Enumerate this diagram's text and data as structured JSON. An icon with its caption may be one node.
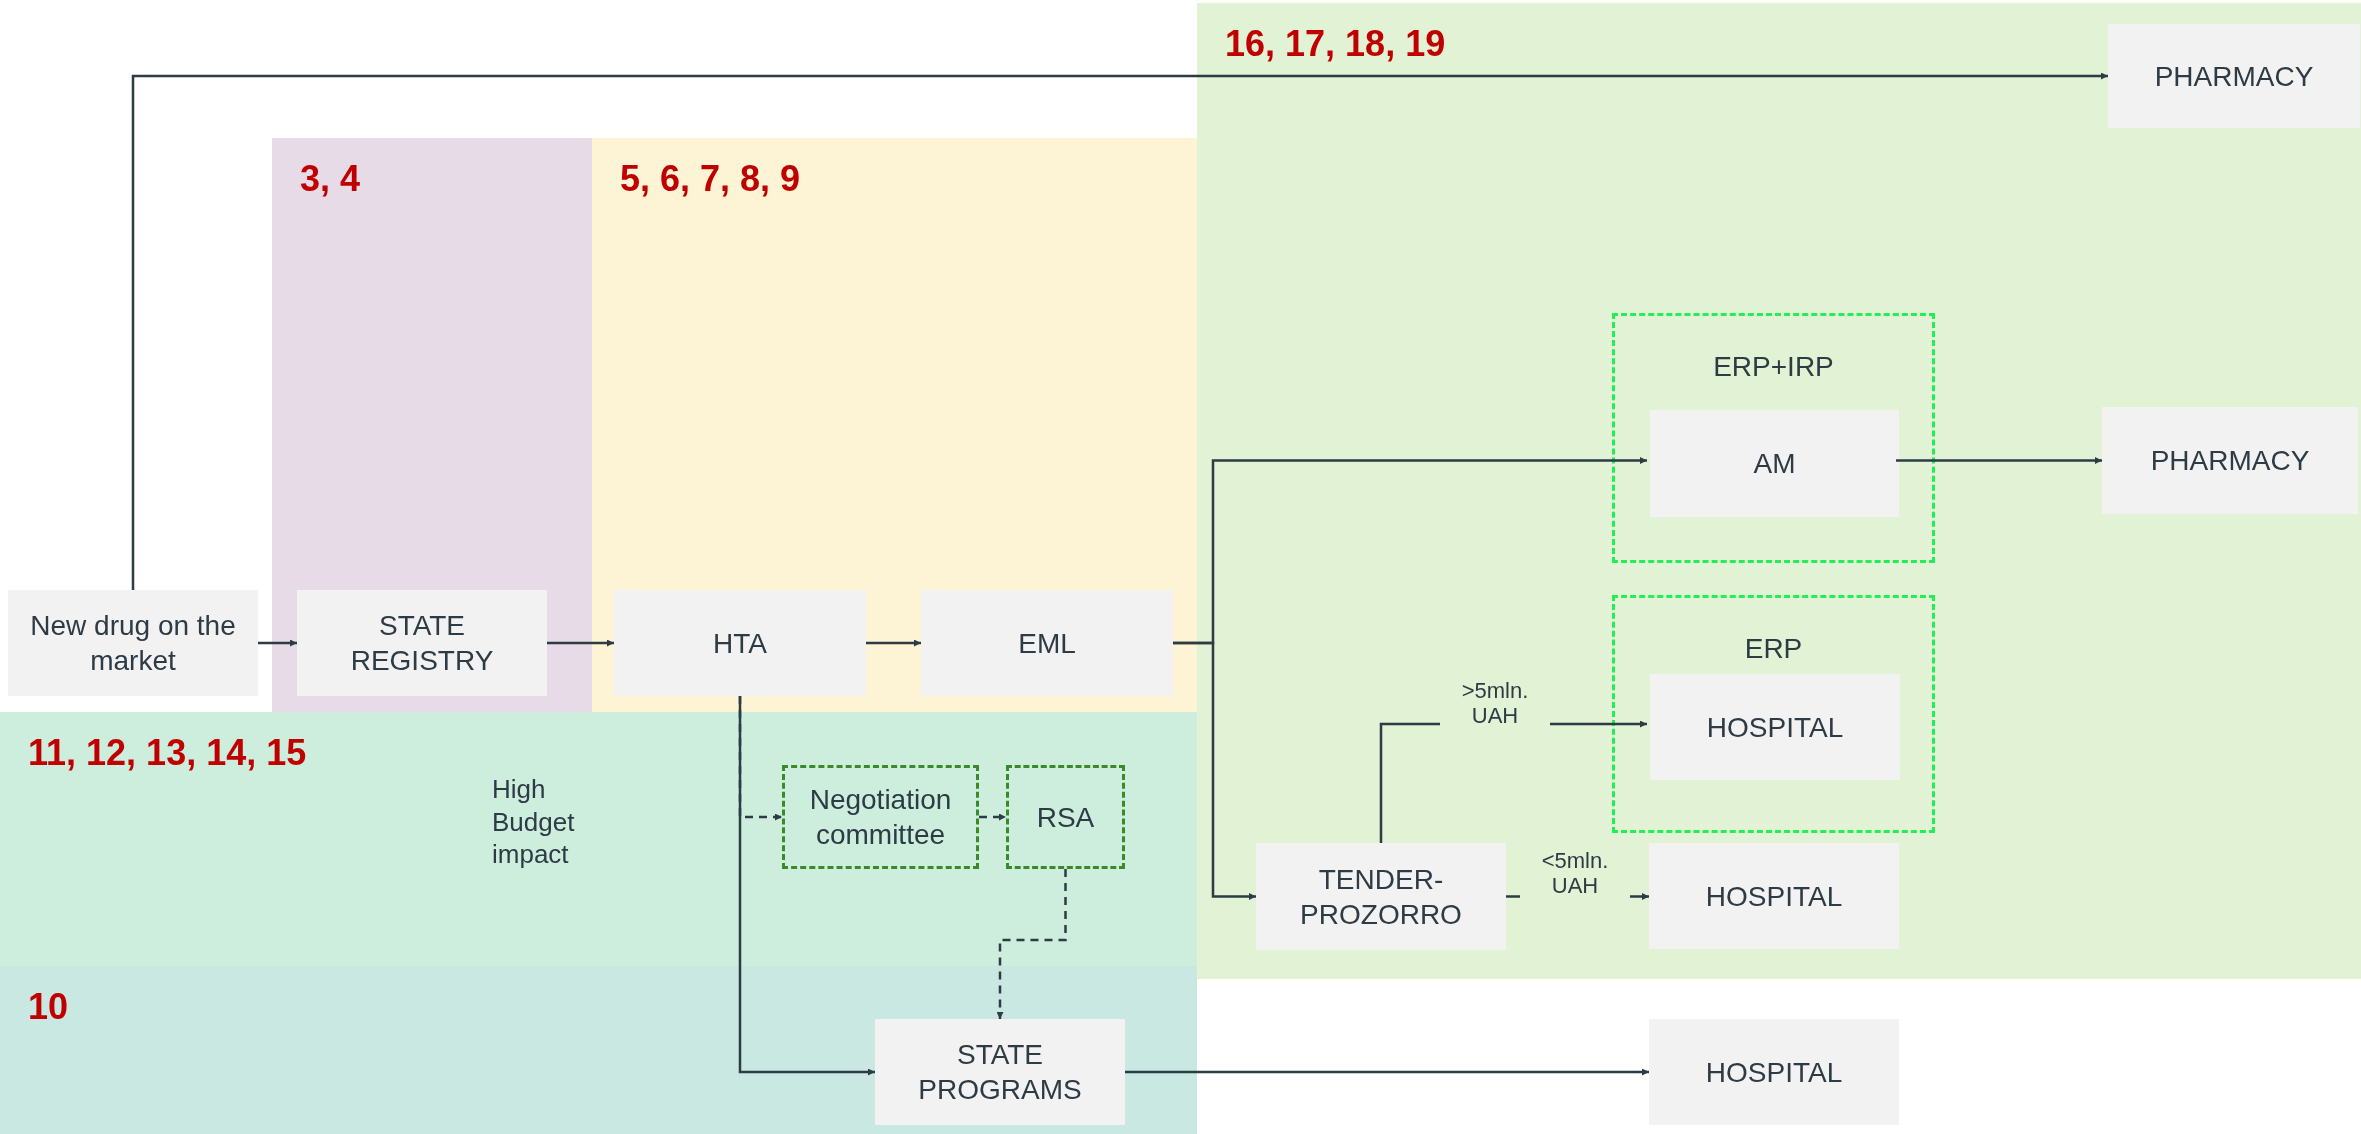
{
  "diagram": {
    "nodes": [
      {
        "text": [
          "16, 17, 18, 19"
        ]
      },
      {
        "text": [
          "3, 4"
        ]
      },
      {
        "text": [
          "5, 6, 7, 8, 9"
        ]
      },
      {
        "text": [
          "11, 12, 13, 14, 15"
        ]
      },
      {
        "text": [
          "10"
        ]
      },
      {
        "text": [
          "New drug on the market"
        ]
      },
      {
        "text": [
          "STATE REGISTRY"
        ],
        "in": 1
      },
      {
        "text": [
          "HTA"
        ],
        "in": 2
      },
      {
        "text": [
          "EML"
        ],
        "in": 2
      },
      {
        "text": [
          "PHARMACY"
        ],
        "in": 0
      },
      {
        "text": [
          "ERP+IRP"
        ],
        "in": 0
      },
      {
        "text": [
          "AM"
        ],
        "in": 10
      },
      {
        "text": [
          "PHARMACY"
        ],
        "in": 0
      },
      {
        "text": [
          "ERP"
        ],
        "in": 0
      },
      {
        "text": [
          "HOSPITAL"
        ],
        "in": 13
      },
      {
        "text": [
          "TENDER-PROZORRO"
        ],
        "in": 0
      },
      {
        "text": [
          "HOSPITAL"
        ],
        "in": 0
      },
      {
        "text": [
          "Negotiation committee"
        ],
        "in": 3
      },
      {
        "text": [
          "RSA"
        ],
        "in": 3
      },
      {
        "text": [
          "STATE PROGRAMS"
        ],
        "in": 4
      },
      {
        "text": [
          "HOSPITAL"
        ]
      }
    ],
    "edges": [
      {
        "from": 5,
        "to": 9,
        "arrow": "to"
      },
      {
        "from": 5,
        "to": 6,
        "arrow": "to"
      },
      {
        "from": 6,
        "to": 7,
        "arrow": "to"
      },
      {
        "from": 7,
        "to": 8,
        "arrow": "to"
      },
      {
        "from": 8,
        "to": 11,
        "arrow": "to"
      },
      {
        "from": 8,
        "to": 15,
        "arrow": "to"
      },
      {
        "from": 11,
        "to": 12,
        "arrow": "to"
      },
      {
        "from": 15,
        "to": 14,
        "arrow": "to",
        "label": ">5mln. UAH"
      },
      {
        "from": 15,
        "to": 16,
        "arrow": "to",
        "label": "<5mln. UAH"
      },
      {
        "from": 7,
        "to": 17,
        "arrow": "to",
        "style": "dashed"
      },
      {
        "from": 17,
        "to": 18,
        "arrow": "to",
        "style": "dashed"
      },
      {
        "from": 18,
        "to": 19,
        "arrow": "to",
        "style": "dashed"
      },
      {
        "from": 7,
        "to": 19,
        "arrow": "to"
      },
      {
        "from": 19,
        "to": 20,
        "arrow": "to"
      }
    ],
    "labels": [
      "High Budget impact"
    ]
  }
}
